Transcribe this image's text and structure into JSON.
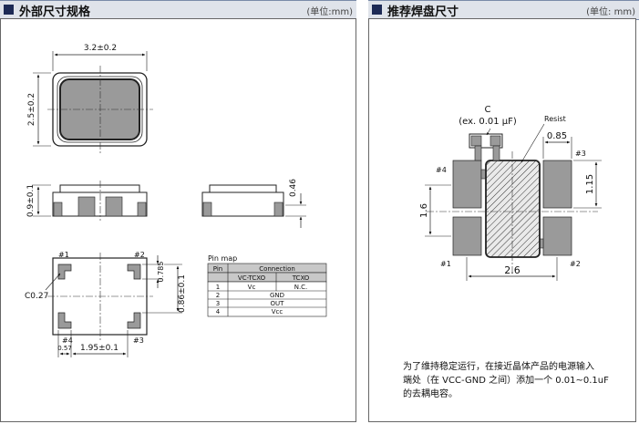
{
  "left_header": {
    "title": "外部尺寸规格",
    "unit": "(单位:mm)"
  },
  "right_header": {
    "title": "推荐焊盘尺寸",
    "unit": "(单位: mm)"
  },
  "left_drawing": {
    "dim_width": "3.2±0.2",
    "dim_height": "2.5±0.2",
    "dim_thickness": "0.9±0.1",
    "dim_side": "0.46",
    "dim_corner": "C0.27",
    "dim_pad_w": "0.785",
    "dim_pad_h": "0.86±0.1",
    "dim_pad_x": "0.57",
    "dim_pitch": "1.95±0.1",
    "pin1": "#1",
    "pin2": "#2",
    "pin3": "#3",
    "pin4": "#4"
  },
  "pin_map": {
    "title": "Pin map",
    "col_pin": "Pin",
    "col_conn": "Connection",
    "sub_vc": "VC-TCXO",
    "sub_tcxo": "TCXO",
    "rows": [
      {
        "pin": "1",
        "a": "Vc",
        "b": "N.C."
      },
      {
        "pin": "2",
        "a": "GND",
        "b": ""
      },
      {
        "pin": "3",
        "a": "OUT",
        "b": ""
      },
      {
        "pin": "4",
        "a": "Vcc",
        "b": ""
      }
    ]
  },
  "right_drawing": {
    "cap_label": "C",
    "cap_sub": "(ex. 0.01 μF)",
    "resist": "Resist",
    "dim_085": "0.85",
    "dim_115": "1.15",
    "dim_16": "1.6",
    "dim_26": "2.6",
    "pin1": "#1",
    "pin2": "#2",
    "pin3": "#3",
    "pin4": "#4"
  },
  "note": {
    "line1": "为了维持稳定运行，在接近晶体产品的电源输入",
    "line2": "端处（在 VCC-GND 之间）添加一个 0.01~0.1uF",
    "line3": "的去耦电容。"
  }
}
